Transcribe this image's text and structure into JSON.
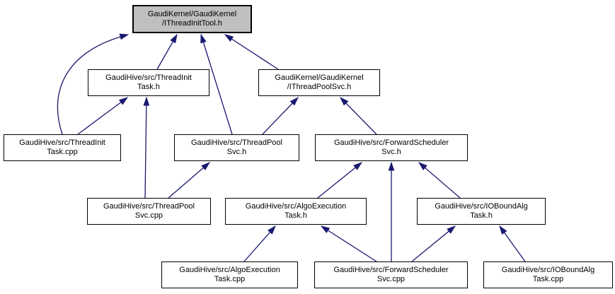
{
  "diagram": {
    "type": "include-dependency-graph",
    "root_file": "GaudiKernel/GaudiKernel/IThreadInitTool.h",
    "colors": {
      "background": "#ffffff",
      "node_fill": "#ffffff",
      "root_node_fill": "#bfbfbf",
      "node_border": "#000000",
      "edge": "#191970",
      "text": "#000000"
    },
    "nodes": [
      {
        "id": "IThreadInitTool.h",
        "line1": "GaudiKernel/GaudiKernel",
        "line2": "/IThreadInitTool.h",
        "is_root": true
      },
      {
        "id": "ThreadInitTask.h",
        "line1": "GaudiHive/src/ThreadInit",
        "line2": "Task.h"
      },
      {
        "id": "IThreadPoolSvc.h",
        "line1": "GaudiKernel/GaudiKernel",
        "line2": "/IThreadPoolSvc.h"
      },
      {
        "id": "ThreadInitTask.cpp",
        "line1": "GaudiHive/src/ThreadInit",
        "line2": "Task.cpp"
      },
      {
        "id": "ThreadPoolSvc.h",
        "line1": "GaudiHive/src/ThreadPool",
        "line2": "Svc.h"
      },
      {
        "id": "ForwardSchedulerSvc.h",
        "line1": "GaudiHive/src/ForwardScheduler",
        "line2": "Svc.h"
      },
      {
        "id": "ThreadPoolSvc.cpp",
        "line1": "GaudiHive/src/ThreadPool",
        "line2": "Svc.cpp"
      },
      {
        "id": "AlgoExecutionTask.h",
        "line1": "GaudiHive/src/AlgoExecution",
        "line2": "Task.h"
      },
      {
        "id": "IOBoundAlgTask.h",
        "line1": "GaudiHive/src/IOBoundAlg",
        "line2": "Task.h"
      },
      {
        "id": "AlgoExecutionTask.cpp",
        "line1": "GaudiHive/src/AlgoExecution",
        "line2": "Task.cpp"
      },
      {
        "id": "ForwardSchedulerSvc.cpp",
        "line1": "GaudiHive/src/ForwardScheduler",
        "line2": "Svc.cpp"
      },
      {
        "id": "IOBoundAlgTask.cpp",
        "line1": "GaudiHive/src/IOBoundAlg",
        "line2": "Task.cpp"
      }
    ],
    "edges": [
      {
        "from": "ThreadInitTask.cpp",
        "to": "IThreadInitTool.h"
      },
      {
        "from": "ThreadInitTask.h",
        "to": "IThreadInitTool.h"
      },
      {
        "from": "ThreadPoolSvc.h",
        "to": "IThreadInitTool.h"
      },
      {
        "from": "IThreadPoolSvc.h",
        "to": "IThreadInitTool.h"
      },
      {
        "from": "ThreadInitTask.cpp",
        "to": "ThreadInitTask.h"
      },
      {
        "from": "ThreadPoolSvc.cpp",
        "to": "ThreadInitTask.h"
      },
      {
        "from": "ThreadPoolSvc.cpp",
        "to": "ThreadPoolSvc.h"
      },
      {
        "from": "ThreadPoolSvc.h",
        "to": "IThreadPoolSvc.h"
      },
      {
        "from": "ForwardSchedulerSvc.h",
        "to": "IThreadPoolSvc.h"
      },
      {
        "from": "AlgoExecutionTask.h",
        "to": "ForwardSchedulerSvc.h"
      },
      {
        "from": "ForwardSchedulerSvc.cpp",
        "to": "ForwardSchedulerSvc.h"
      },
      {
        "from": "IOBoundAlgTask.h",
        "to": "ForwardSchedulerSvc.h"
      },
      {
        "from": "AlgoExecutionTask.cpp",
        "to": "AlgoExecutionTask.h"
      },
      {
        "from": "ForwardSchedulerSvc.cpp",
        "to": "AlgoExecutionTask.h"
      },
      {
        "from": "ForwardSchedulerSvc.cpp",
        "to": "IOBoundAlgTask.h"
      },
      {
        "from": "IOBoundAlgTask.cpp",
        "to": "IOBoundAlgTask.h"
      }
    ]
  }
}
